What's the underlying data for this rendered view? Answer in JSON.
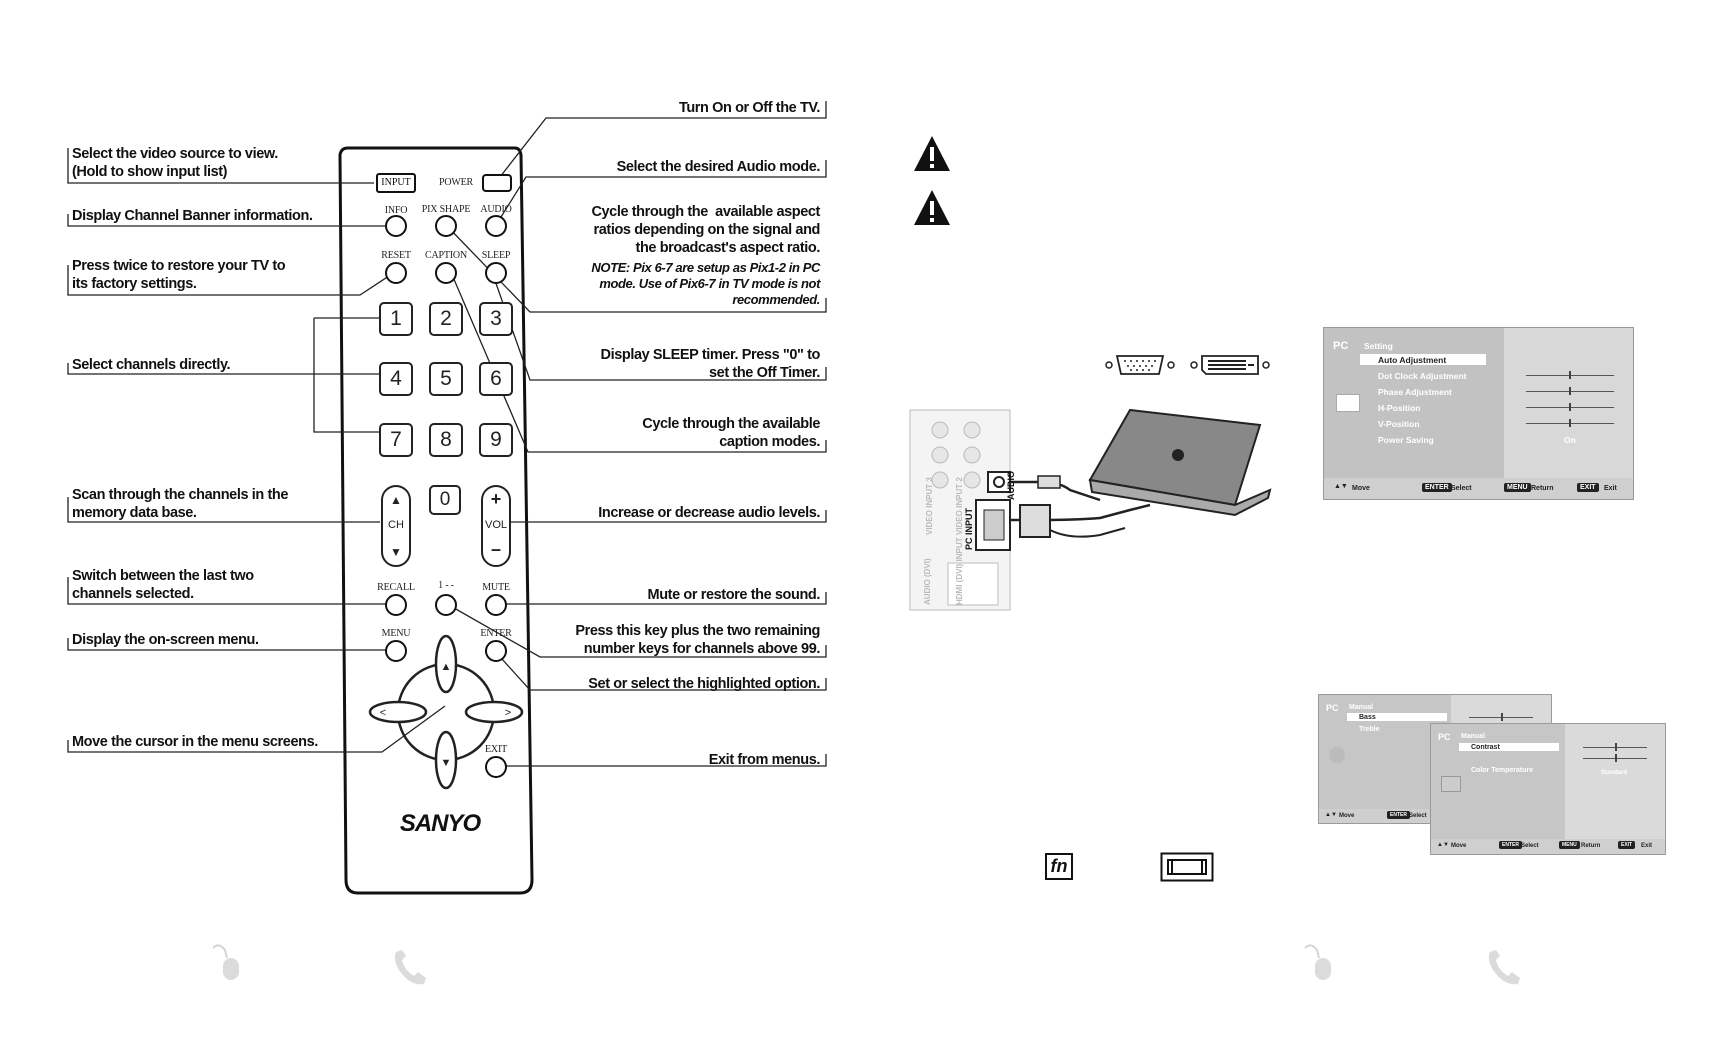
{
  "remote": {
    "brand": "SANYO",
    "buttons": {
      "input": "INPUT",
      "power": "POWER",
      "info": "INFO",
      "pix_shape": "PIX SHAPE",
      "audio": "AUDIO",
      "reset": "RESET",
      "caption": "CAPTION",
      "sleep": "SLEEP",
      "recall": "RECALL",
      "dash": "1 - -",
      "mute": "MUTE",
      "menu": "MENU",
      "enter": "ENTER",
      "exit": "EXIT",
      "ch": "CH",
      "vol": "VOL"
    },
    "numbers": [
      "1",
      "2",
      "3",
      "4",
      "5",
      "6",
      "7",
      "8",
      "9",
      "0"
    ]
  },
  "callouts_left": {
    "input": "Select the video source to view.\n(Hold to show input list)",
    "info": "Display Channel Banner information.",
    "reset": "Press twice to restore your TV to\nits factory settings.",
    "numbers": "Select channels directly.",
    "ch": "Scan through the channels in the\nmemory data base.",
    "recall": "Switch between the last two\nchannels selected.",
    "menu": "Display the on-screen menu.",
    "cursor": "Move the cursor in the menu screens."
  },
  "callouts_right": {
    "power": "Turn On or Off the TV.",
    "audio": "Select the desired Audio mode.",
    "pix_shape": "Cycle through the  available aspect\nratios depending on the signal and\nthe broadcast's aspect ratio.",
    "pix_note": "NOTE: Pix 6-7 are setup as Pix1-2 in PC\nmode. Use of Pix6-7 in TV mode is not\nrecommended.",
    "sleep": "Display SLEEP timer. Press \"0\" to\nset the Off Timer.",
    "caption": "Cycle through the available\ncaption modes.",
    "vol": "Increase or decrease audio levels.",
    "mute": "Mute or restore the sound.",
    "dash": "Press this key plus the two remaining\nnumber keys for channels above 99.",
    "enter": "Set or select the highlighted option.",
    "exit": "Exit from menus."
  },
  "panel": {
    "labels": {
      "video_input_3": "VIDEO INPUT 3",
      "video_input_2": "VIDEO INPUT 2",
      "pc_input": "PC INPUT",
      "audio": "AUDIO",
      "hdmi": "HDMI (DVI) INPUT",
      "audio_dvi": "AUDIO (DVI)"
    }
  },
  "pc_menu": {
    "header_left": "PC",
    "header_title": "Setting",
    "items": [
      "Auto Adjustment",
      "Dot Clock Adjustment",
      "Phase Adjustment",
      "H-Position",
      "V-Position",
      "Power Saving"
    ],
    "power_saving_value": "On",
    "footer": {
      "move": "Move",
      "enter_tag": "ENTER",
      "enter": "Select",
      "menu_tag": "MENU",
      "menu": "Return",
      "exit_tag": "EXIT",
      "exit": "Exit"
    }
  },
  "small_menu_back": {
    "header_left": "PC",
    "header_title": "Manual",
    "items": [
      "Bass",
      "Treble"
    ],
    "footer": {
      "move": "Move",
      "enter_tag": "ENTER",
      "enter": "Select"
    }
  },
  "small_menu_front": {
    "header_left": "PC",
    "header_title": "Manual",
    "items": [
      "Contrast",
      "",
      "Color Temperature"
    ],
    "value": "Standard",
    "footer": {
      "move": "Move",
      "enter_tag": "ENTER",
      "enter": "Select",
      "menu_tag": "MENU",
      "menu": "Return",
      "exit_tag": "EXIT",
      "exit": "Exit"
    }
  },
  "keys": {
    "fn": "fn"
  }
}
